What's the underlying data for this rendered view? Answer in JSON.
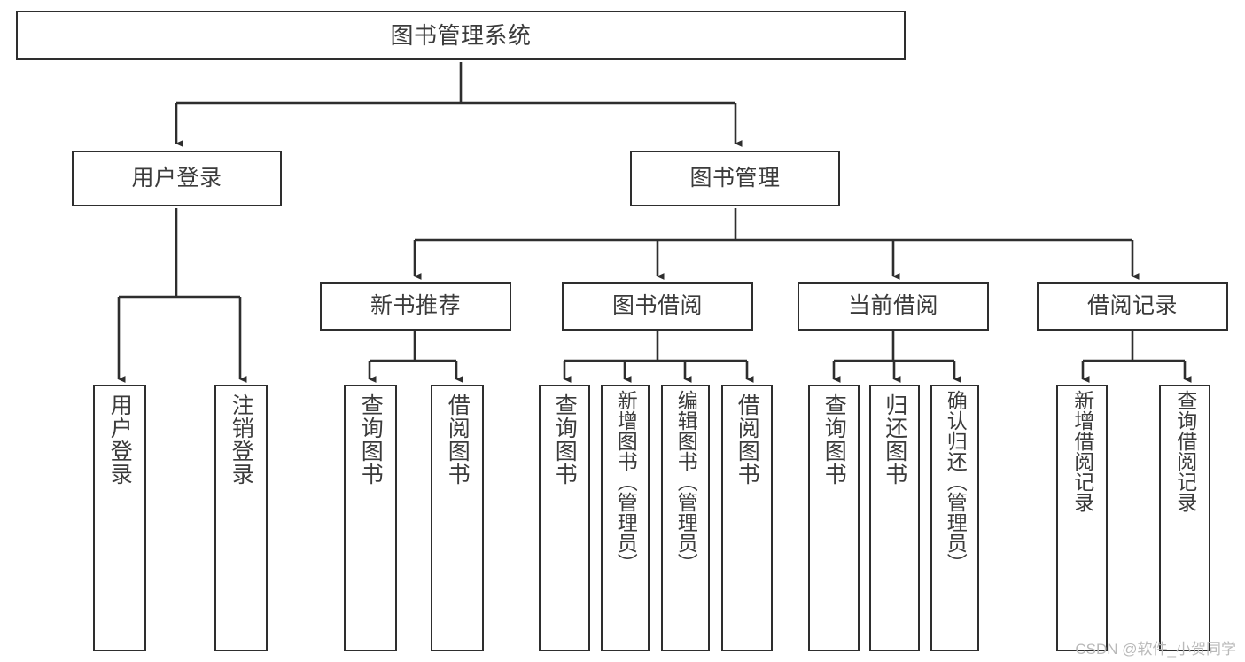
{
  "diagram": {
    "title": "图书管理系统",
    "type": "tree",
    "stroke_color": "#2e2e2e",
    "text_color": "#3b3b3b",
    "background": "#ffffff",
    "watermark": "CSDN @软件_小贺同学",
    "nodes": {
      "root": {
        "label": "图书管理系统"
      },
      "user_login": {
        "label": "用户登录"
      },
      "book_manage": {
        "label": "图书管理"
      },
      "new_book": {
        "label": "新书推荐"
      },
      "book_borrow": {
        "label": "图书借阅"
      },
      "current_borrow": {
        "label": "当前借阅"
      },
      "borrow_record": {
        "label": "借阅记录"
      },
      "leaf_user_login": {
        "label": "用户登录"
      },
      "leaf_user_logout": {
        "label": "注销登录"
      },
      "leaf_nb_query": {
        "label": "查询图书"
      },
      "leaf_nb_borrow": {
        "label": "借阅图书"
      },
      "leaf_bb_query": {
        "label": "查询图书"
      },
      "leaf_bb_add": {
        "label": "新增图书（管理员）"
      },
      "leaf_bb_edit": {
        "label": "编辑图书（管理员）"
      },
      "leaf_bb_borrow": {
        "label": "借阅图书"
      },
      "leaf_cb_query": {
        "label": "查询图书"
      },
      "leaf_cb_return": {
        "label": "归还图书"
      },
      "leaf_cb_confirm": {
        "label": "确认归还（管理员）"
      },
      "leaf_br_add": {
        "label": "新增借阅记录"
      },
      "leaf_br_query": {
        "label": "查询借阅记录"
      }
    },
    "edges": [
      {
        "from": "root",
        "to": "user_login"
      },
      {
        "from": "root",
        "to": "book_manage"
      },
      {
        "from": "user_login",
        "to": "leaf_user_login"
      },
      {
        "from": "user_login",
        "to": "leaf_user_logout"
      },
      {
        "from": "book_manage",
        "to": "new_book"
      },
      {
        "from": "book_manage",
        "to": "book_borrow"
      },
      {
        "from": "book_manage",
        "to": "current_borrow"
      },
      {
        "from": "book_manage",
        "to": "borrow_record"
      },
      {
        "from": "new_book",
        "to": "leaf_nb_query"
      },
      {
        "from": "new_book",
        "to": "leaf_nb_borrow"
      },
      {
        "from": "book_borrow",
        "to": "leaf_bb_query"
      },
      {
        "from": "book_borrow",
        "to": "leaf_bb_add"
      },
      {
        "from": "book_borrow",
        "to": "leaf_bb_edit"
      },
      {
        "from": "book_borrow",
        "to": "leaf_bb_borrow"
      },
      {
        "from": "current_borrow",
        "to": "leaf_cb_query"
      },
      {
        "from": "current_borrow",
        "to": "leaf_cb_return"
      },
      {
        "from": "current_borrow",
        "to": "leaf_cb_confirm"
      },
      {
        "from": "borrow_record",
        "to": "leaf_br_add"
      },
      {
        "from": "borrow_record",
        "to": "leaf_br_query"
      }
    ]
  }
}
